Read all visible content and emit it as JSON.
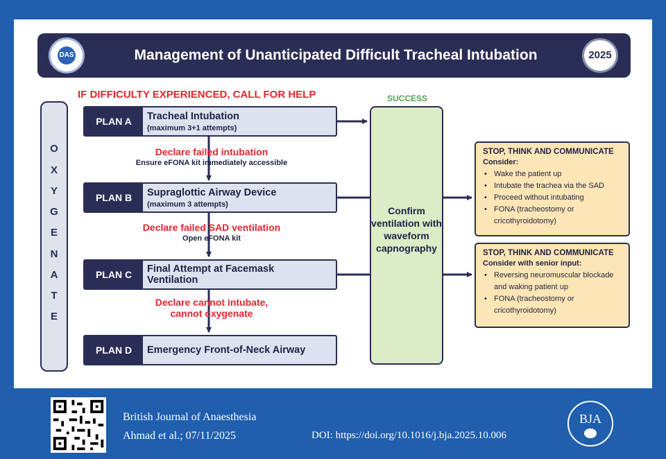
{
  "banner": {
    "title": "Management of Unanticipated Difficult Tracheal Intubation",
    "year": "2025",
    "logo_icon": "das-logo-icon",
    "logo_text": "DAS"
  },
  "call_for_help": "IF DIFFICULTY EXPERIENCED, CALL FOR HELP",
  "success_label": "SUCCESS",
  "oxygenate_letters": [
    "O",
    "X",
    "Y",
    "G",
    "E",
    "N",
    "A",
    "T",
    "E"
  ],
  "plans": [
    {
      "label": "PLAN A",
      "title": "Tracheal Intubation",
      "subtitle": "(maximum 3+1 attempts)"
    },
    {
      "label": "PLAN B",
      "title": "Supraglottic Airway Device",
      "subtitle": "(maximum 3 attempts)"
    },
    {
      "label": "PLAN C",
      "title": "Final Attempt at Facemask Ventilation",
      "subtitle": ""
    },
    {
      "label": "PLAN D",
      "title": "Emergency Front-of-Neck Airway",
      "subtitle": ""
    }
  ],
  "transitions": [
    {
      "red": "Declare failed intubation",
      "black": "Ensure eFONA kit immediately accessible"
    },
    {
      "red": "Declare failed SAD ventilation",
      "black": "Open eFONA kit"
    },
    {
      "red": "Declare cannot intubate,\ncannot oxygenate",
      "black": ""
    }
  ],
  "confirm_text": "Confirm ventilation with waveform capnography",
  "stop_boxes": [
    {
      "title": "STOP, THINK AND COMMUNICATE",
      "consider": "Consider:",
      "items": [
        "Wake the patient up",
        "Intubate the trachea via the SAD",
        "Proceed without intubating",
        "FONA (tracheostomy or cricothyroidotomy)"
      ]
    },
    {
      "title": "STOP, THINK AND COMMUNICATE",
      "consider": "Consider with senior input:",
      "items": [
        "Reversing neuromuscular blockade and waking patient up",
        "FONA (tracheostomy or cricothyroidotomy)"
      ]
    }
  ],
  "footer": {
    "journal": "British Journal of Anaesthesia",
    "citation": "Ahmad et al.; 07/11/2025",
    "doi": "DOI: https://doi.org/10.1016/j.bja.2025.10.006",
    "qr_icon": "qr-code-icon",
    "publisher_logo": "bja-logo-icon",
    "publisher_text": "BJA"
  },
  "colors": {
    "page_bg": "#1f5fae",
    "navy": "#2a2d55",
    "alert_red": "#e0262d",
    "success_green": "#52a352",
    "confirm_fill": "#dbecc6",
    "stop_fill": "#fde6b5",
    "plan_fill": "#dde3ee",
    "dashed_line": "#6d8fd0"
  }
}
